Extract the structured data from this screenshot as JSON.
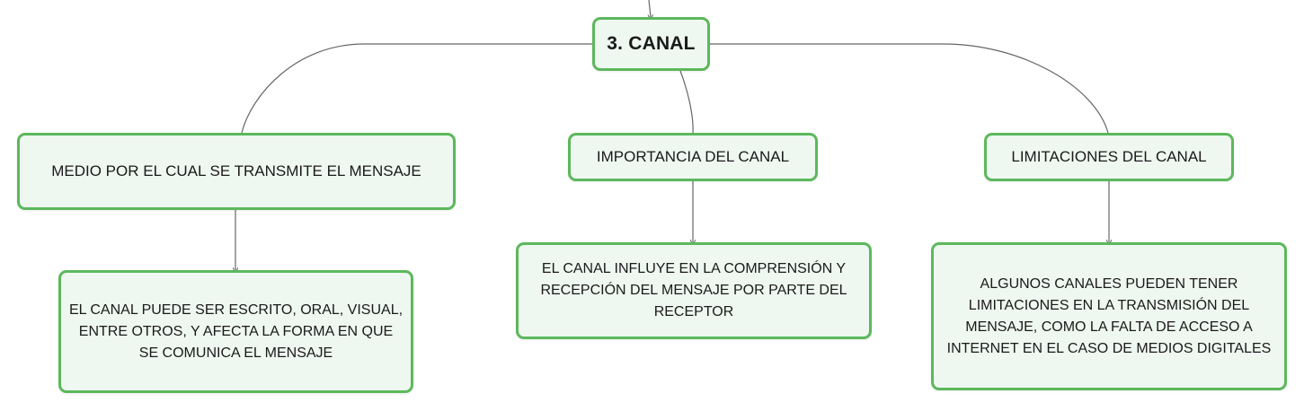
{
  "diagram": {
    "root": {
      "label": "3. CANAL"
    },
    "branches": [
      {
        "label": "MEDIO POR EL CUAL SE TRANSMITE EL MENSAJE",
        "child": {
          "lines": [
            "EL CANAL PUEDE SER ESCRITO, ORAL, VISUAL,",
            "ENTRE OTROS, Y AFECTA LA FORMA EN QUE",
            "SE COMUNICA EL MENSAJE"
          ]
        }
      },
      {
        "label": "IMPORTANCIA DEL CANAL",
        "child": {
          "lines": [
            "EL CANAL INFLUYE EN LA COMPRENSIÓN Y",
            "RECEPCIÓN DEL MENSAJE POR PARTE DEL",
            "RECEPTOR"
          ]
        }
      },
      {
        "label": "LIMITACIONES DEL CANAL",
        "child": {
          "lines": [
            "ALGUNOS CANALES PUEDEN TENER",
            "LIMITACIONES EN LA TRANSMISIÓN DEL",
            "MENSAJE, COMO LA FALTA DE ACCESO A",
            "INTERNET EN EL CASO DE MEDIOS DIGITALES"
          ]
        }
      }
    ],
    "colors": {
      "node_border": "#5cb85c",
      "node_fill": "#eef8f1",
      "connector": "#666666",
      "text": "#1a1a1a"
    }
  }
}
